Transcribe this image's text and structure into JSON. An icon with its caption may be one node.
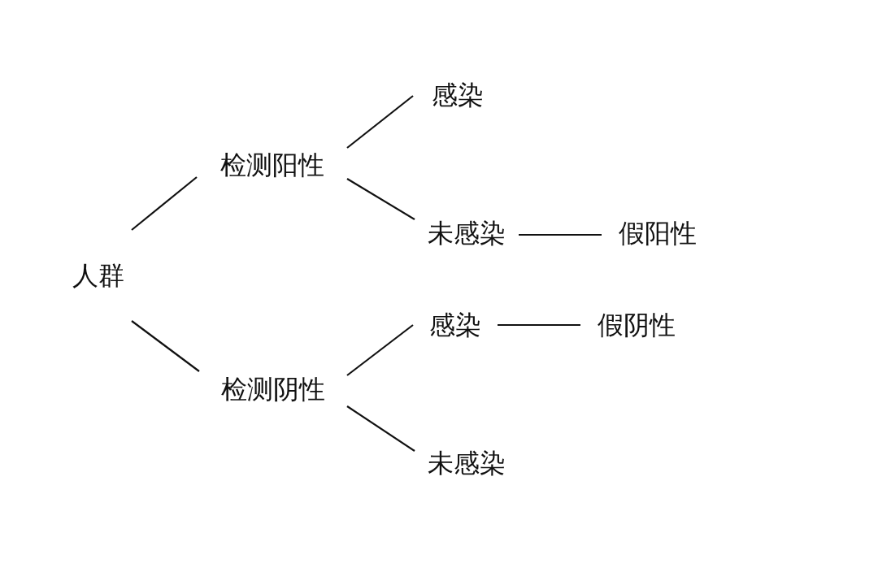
{
  "diagram": {
    "nodes": [
      {
        "text": [
          "人群"
        ]
      },
      {
        "text": [
          "检测阳性"
        ]
      },
      {
        "text": [
          "检测阴性"
        ]
      },
      {
        "text": [
          "感染"
        ]
      },
      {
        "text": [
          "未感染"
        ]
      },
      {
        "text": [
          "假阳性"
        ]
      },
      {
        "text": [
          "感染"
        ]
      },
      {
        "text": [
          "假阴性"
        ]
      },
      {
        "text": [
          "未感染"
        ]
      }
    ],
    "edges": [
      {
        "from": 0,
        "to": 1,
        "arrow": "none"
      },
      {
        "from": 0,
        "to": 2,
        "arrow": "none"
      },
      {
        "from": 1,
        "to": 3,
        "arrow": "none"
      },
      {
        "from": 1,
        "to": 4,
        "arrow": "none"
      },
      {
        "from": 4,
        "to": 5,
        "arrow": "none"
      },
      {
        "from": 2,
        "to": 6,
        "arrow": "none"
      },
      {
        "from": 6,
        "to": 7,
        "arrow": "none"
      },
      {
        "from": 2,
        "to": 8,
        "arrow": "none"
      }
    ]
  }
}
